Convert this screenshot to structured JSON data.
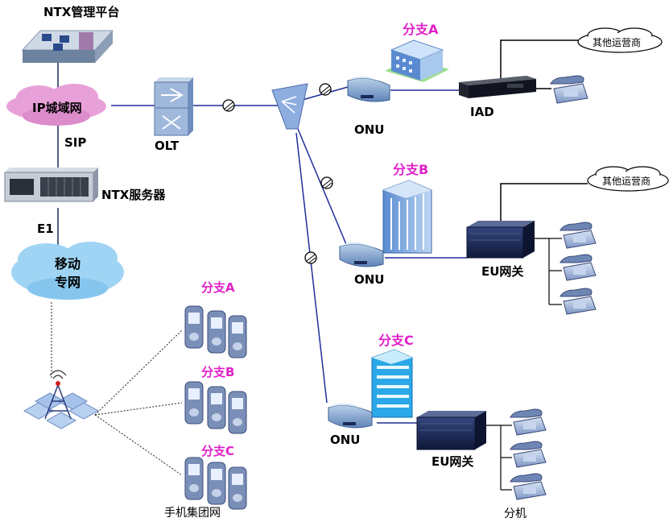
{
  "labels": {
    "ntx_platform": "NTX管理平台",
    "ip_network": "IP城域网",
    "sip": "SIP",
    "olt": "OLT",
    "ntx_server": "NTX服务器",
    "e1": "E1",
    "mobile_net_line1": "移动",
    "mobile_net_line2": "专网",
    "mobile_group_net": "手机集团网",
    "branch_a_top": "分支A",
    "branch_b_top": "分支B",
    "branch_c_top": "分支C",
    "branch_a_phones": "分支A",
    "branch_b_phones": "分支B",
    "branch_c_phones": "分支C",
    "onu_a": "ONU",
    "onu_b": "ONU",
    "onu_c": "ONU",
    "iad": "IAD",
    "eu_gateway_b": "EU网关",
    "eu_gateway_c": "EU网关",
    "other_carrier_1": "其他运营商",
    "other_carrier_2": "其他运营商",
    "extension": "分机"
  },
  "colors": {
    "branch_label": "#e020c8",
    "ip_cloud": "#e8a0d8",
    "mobile_cloud": "#9fd4f4",
    "device_dark": "#1a2a55",
    "link_line": "#1f2f9a"
  }
}
